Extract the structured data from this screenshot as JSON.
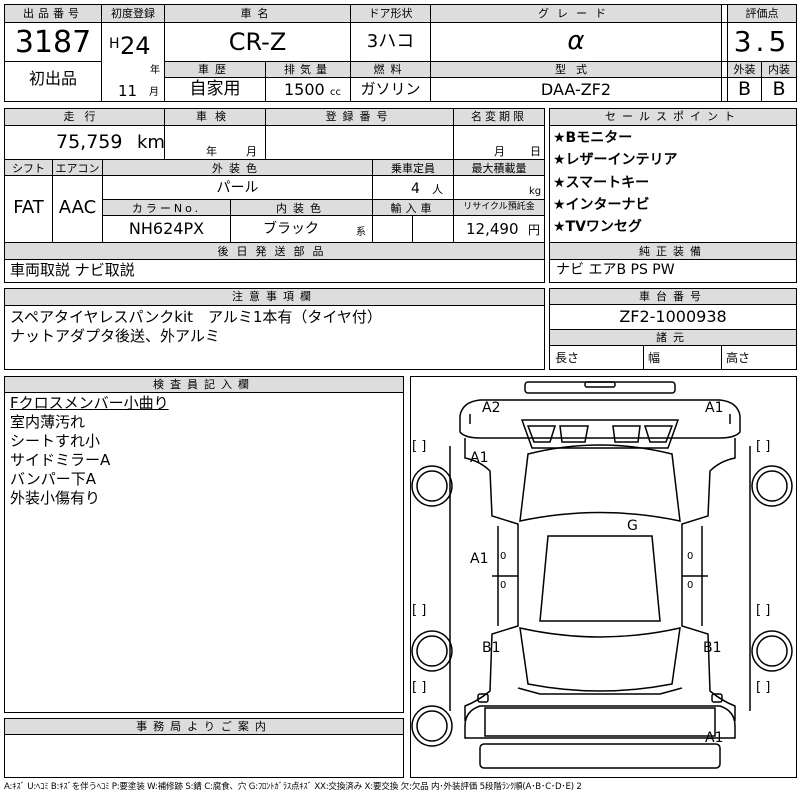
{
  "header": {
    "lot_no_label": "出品番号",
    "lot_no": "3187",
    "shuppin_label": "初出品",
    "first_reg_label": "初度登録",
    "era": "H",
    "year": "24",
    "year_unit": "年",
    "month": "11",
    "month_unit": "月",
    "car_name_label": "車名",
    "car_name": "CR-Z",
    "door_label": "ドア形状",
    "door": "3ハコ",
    "grade_label": "グレード",
    "grade": "α",
    "score_label": "評価点",
    "score": "3.5",
    "history_label": "車歴",
    "history": "自家用",
    "displacement_label": "排気量",
    "displacement": "1500",
    "displacement_unit": "cc",
    "fuel_label": "燃料",
    "fuel": "ガソリン",
    "model_label": "型式",
    "model": "DAA-ZF2",
    "exterior_label": "外装",
    "exterior": "B",
    "interior_label": "内装",
    "interior": "B"
  },
  "row2": {
    "mileage_label": "走行",
    "mileage": "75,759",
    "mileage_unit": "km",
    "inspection_label": "車検",
    "insp_year_unit": "年",
    "insp_month_unit": "月",
    "plate_label": "登録番号",
    "name_change_label": "名変期限",
    "nc_month_unit": "月",
    "nc_day_unit": "日",
    "shift_label": "シフト",
    "shift": "FAT",
    "ac_label": "エアコン",
    "ac": "AAC",
    "ext_color_label": "外装色",
    "ext_color": "パール",
    "capacity_label": "乗車定員",
    "capacity": "4",
    "capacity_unit": "人",
    "max_load_label": "最大積載量",
    "max_load_unit": "kg",
    "color_no_label": "カラーNo.",
    "color_no": "NH624PX",
    "int_color_label": "内装色",
    "int_color": "ブラック",
    "int_color_unit": "系",
    "import_label": "輸入車",
    "recycle_label": "リサイクル預託金",
    "recycle": "12,490",
    "recycle_unit": "円",
    "later_parts_label": "後日発送部品",
    "later_parts": "車両取説 ナビ取説"
  },
  "sales": {
    "label": "セールスポイント",
    "points": [
      "★Bモニター",
      "★レザーインテリア",
      "★スマートキー",
      "★インターナビ",
      "★TVワンセグ"
    ],
    "equip_label": "純正装備",
    "equipment": "ナビ エアB PS PW"
  },
  "notes": {
    "label": "注意事項欄",
    "line1": "スペアタイヤレスパンクkit　アルミ1本有（タイヤ付）",
    "line2": "ナットアダプタ後送、外アルミ"
  },
  "chassis": {
    "label": "車台番号",
    "number": "ZF2-1000938",
    "dims_label": "諸元",
    "length_label": "長さ",
    "width_label": "幅",
    "height_label": "高さ"
  },
  "inspector": {
    "label": "検査員記入欄",
    "items": [
      "Fクロスメンバー小曲り",
      "室内薄汚れ",
      "シートすれ小",
      "サイドミラーA",
      "バンパー下A",
      "外装小傷有り"
    ]
  },
  "office": {
    "label": "事務局よりご案内"
  },
  "diagram": {
    "marks": {
      "front_left": "A2",
      "front_right": "A1",
      "left_fender": "A1",
      "windshield": "G",
      "left_door": "A1",
      "left_rear": "B1",
      "right_rear": "B1",
      "rear": "A1"
    },
    "bracket": "[ ]",
    "zero": "0"
  },
  "legend": "A:ｷｽﾞ U:ﾍｺﾐ B:ｷｽﾞを伴うﾍｺﾐ P:要塗装 W:補修跡 S:錆 C:腐食、穴 G:ﾌﾛﾝﾄｶﾞﾗｽ点ｷｽﾞ XX:交換済み X:要交換 欠:欠品 内･外装評価 5段階ﾗﾝｸ順(A･B･C･D･E) 2"
}
